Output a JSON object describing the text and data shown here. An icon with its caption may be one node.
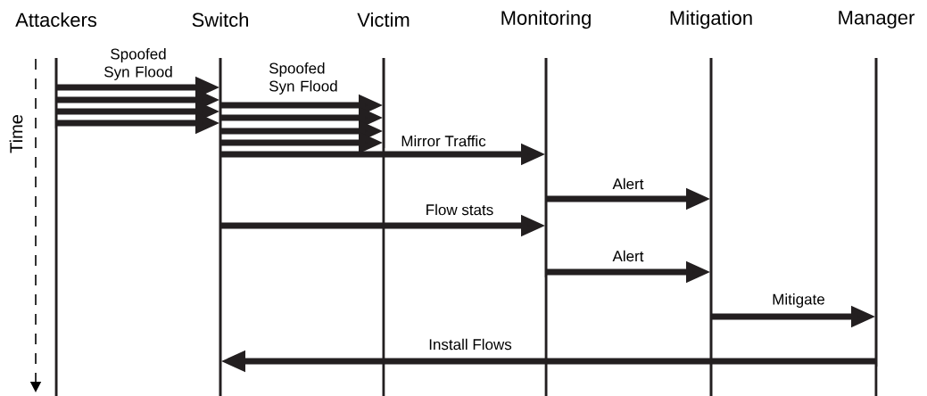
{
  "diagram": {
    "nodes": [
      {
        "text": [
          "Attackers"
        ]
      },
      {
        "text": [
          "Switch"
        ]
      },
      {
        "text": [
          "Victim"
        ]
      },
      {
        "text": [
          "Monitoring"
        ]
      },
      {
        "text": [
          "Mitigation"
        ]
      },
      {
        "text": [
          "Manager"
        ]
      }
    ],
    "edges": [
      {
        "from": 0,
        "to": 1,
        "arrow": "to",
        "label": "Spoofed Syn Flood"
      },
      {
        "from": 0,
        "to": 1,
        "arrow": "to"
      },
      {
        "from": 0,
        "to": 1,
        "arrow": "to"
      },
      {
        "from": 0,
        "to": 1,
        "arrow": "to"
      },
      {
        "from": 1,
        "to": 2,
        "arrow": "to",
        "label": "Spoofed Syn Flood"
      },
      {
        "from": 1,
        "to": 2,
        "arrow": "to"
      },
      {
        "from": 1,
        "to": 2,
        "arrow": "to"
      },
      {
        "from": 1,
        "to": 2,
        "arrow": "to"
      },
      {
        "from": 1,
        "to": 3,
        "arrow": "to",
        "label": "Mirror Traffic"
      },
      {
        "from": 3,
        "to": 4,
        "arrow": "to",
        "label": "Alert"
      },
      {
        "from": 1,
        "to": 3,
        "arrow": "to",
        "label": "Flow stats"
      },
      {
        "from": 3,
        "to": 4,
        "arrow": "to",
        "label": "Alert"
      },
      {
        "from": 4,
        "to": 5,
        "arrow": "to",
        "label": "Mitigate"
      },
      {
        "from": 5,
        "to": 1,
        "arrow": "to",
        "label": "Install Flows"
      }
    ],
    "labels": [
      "Time"
    ]
  }
}
